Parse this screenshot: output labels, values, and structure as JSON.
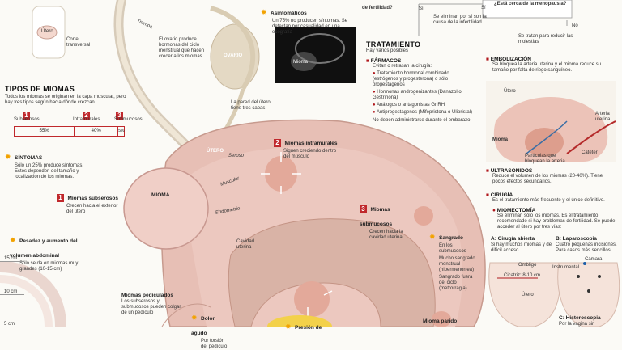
{
  "header": {
    "fertility_q": "de fertilidad?",
    "menopause_q": "¿Está cerca de la menopausia?",
    "si": "Sí",
    "no": "No",
    "no_flow_1": "Se eliminan por sí son la causa de la infertilidad",
    "no_flow_2": "Se tratan para reducir las molestias"
  },
  "ultrasound": {
    "title": "Asintomáticos",
    "text": "Un 75% no producen síntomas. Se detectan por casualidad en una ecografía",
    "label": "Mioma"
  },
  "ovary_note": "El ovario produce hormonas del ciclo menstrual que hacen crecer a los miomas",
  "labels": {
    "trompa": "Trompa",
    "ovario": "OVARIO",
    "utero": "ÚTERO",
    "muscular": "Muscular",
    "endometrio": "Endometrio",
    "seroso": "Seroso",
    "cavidad": "Cavidad uterina",
    "pared": "La pared del útero tiene tres capas",
    "mioma": "MIOMA",
    "utero_small": "Útero",
    "corte": "Corte transversal"
  },
  "types": {
    "title": "TIPOS DE MIOMAS",
    "intro": "Todos los miomas se originan en la capa muscular, pero hay tres tipos según hacia dónde crezcan",
    "items": [
      {
        "num": "1",
        "label": "Subserosos",
        "pct": "55%"
      },
      {
        "num": "2",
        "label": "Intramurales",
        "pct": "40%"
      },
      {
        "num": "3",
        "label": "Submucosos",
        "pct": "5%"
      }
    ]
  },
  "sintomas": {
    "title": "SÍNTOMAS",
    "text": "Sólo un 25% produce síntomas. Estos dependen del tamaño y localización de los miomas."
  },
  "subserosos": {
    "num": "1",
    "title": "Miomas subserosos",
    "text": "Crecen hacia el exterior del útero"
  },
  "intramurales": {
    "num": "2",
    "title": "Miomas intramurales",
    "text": "Siguen creciendo dentro del músculo"
  },
  "submucosos": {
    "num": "3",
    "title": "Miomas submucosos",
    "text": "Crecen hacia la cavidad uterina"
  },
  "peso": {
    "title": "Pesadez y aumento del volumen abdominal",
    "text": "Sólo se da en miomas muy grandes (10-15 cm)"
  },
  "scale": [
    "15 cm",
    "10 cm",
    "5 cm"
  ],
  "pediculados": {
    "title": "Miomas pediculados",
    "text": "Los subserosos y submucosos pueden colgar de un pedículo"
  },
  "dolor": {
    "title": "Dolor agudo",
    "text": "Por torsión del pedículo"
  },
  "presion": "Presión de",
  "sangrado": {
    "title": "Sangrado",
    "subtitle": "En los submucosos",
    "items": [
      "Mucho sangrado menstrual (hipermenorrea)",
      "Sangrado fuera del ciclo (metrorragia)"
    ]
  },
  "parido": "Mioma parido",
  "tratamiento": {
    "title": "TRATAMIENTO",
    "subtitle": "Hay varios posibles",
    "farmacos": {
      "title": "FÁRMACOS",
      "intro": "Evitan o retrasan la cirugía:",
      "items": [
        "Tratamiento hormonal combinado (estrógenos y progesterona) o sólo progestágenos",
        "Hormonas androgenizantes (Danazol o Gestrinona)",
        "Análogos o antagonistas GnRH",
        "Antiprogestágenos (Mifepristona o Ulipristal)"
      ],
      "note": "No deben administrarse durante el embarazo"
    },
    "embolizacion": {
      "title": "EMBOLIZACIÓN",
      "text": "Se bloquea la arteria uterina y el mioma reduce su tamaño por falta de riego sanguíneo.",
      "labels": {
        "utero": "Útero",
        "arteria": "Arteria uterina",
        "mioma": "Mioma",
        "cateter": "Catéter",
        "particulas": "Partículas que bloquean la arteria"
      }
    },
    "ultrasonidos": {
      "title": "ULTRASONIDOS",
      "text": "Reduce el volumen de los miomas (20-40%). Tiene pocos efectos secundarios."
    },
    "cirugia": {
      "title": "CIRUGÍA",
      "text": "Es el tratamiento más frecuente y el único definitivo."
    },
    "miomectomia": {
      "title": "MIOMECTOMÍA",
      "text": "Se eliminan sólo los miomas. Es el tratamiento recomendado si hay problemas de fertilidad. Se puede acceder al útero por tres vías:"
    },
    "abierta": {
      "title": "A: Cirugía abierta",
      "text": "Si hay muchos miomas y de difícil acceso."
    },
    "laparoscopia": {
      "title": "B: Laparoscopia",
      "text": "Cuatro pequeñas incisiones. Para casos más sencillos."
    },
    "diagram_labels": {
      "ombligo": "Ombligo",
      "cicatriz": "Cicatriz: 8-10 cm",
      "utero": "Útero",
      "instrumental": "Instrumental",
      "camara": "Cámara"
    },
    "histeroscopia": {
      "title": "C: Histeroscopia",
      "text": "Por la vagina sin"
    }
  },
  "colors": {
    "accent": "#c0282c",
    "uterus": "#e9b8ad",
    "sun": "#f2a200"
  }
}
